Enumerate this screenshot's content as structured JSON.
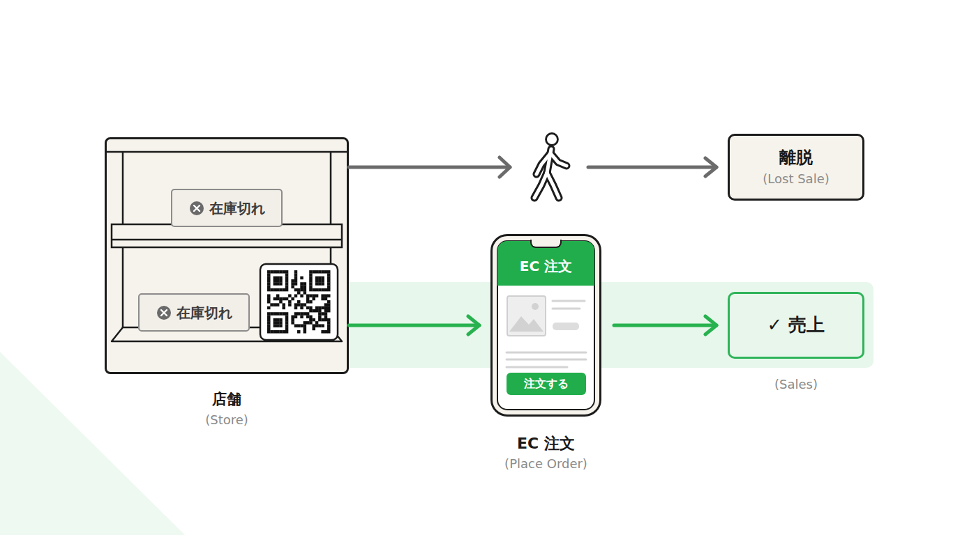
{
  "diagram": {
    "nodes": [
      {
        "text": [
          "店舗",
          "(Store)"
        ]
      },
      {
        "text": [
          "在庫切れ"
        ],
        "in": 0
      },
      {
        "text": [
          "在庫切れ"
        ],
        "in": 0
      },
      {
        "text": [
          "離脱",
          "(Lost Sale)"
        ]
      },
      {
        "text": [
          "EC 注文",
          "(Place Order)"
        ]
      },
      {
        "text": [
          "EC 注文"
        ],
        "in": 4
      },
      {
        "text": [
          "注文する"
        ],
        "in": 4
      },
      {
        "text": [
          "✓ 売上",
          "(Sales)"
        ]
      }
    ],
    "edges": [
      {
        "from": 0,
        "to": 3,
        "arrow": "to"
      },
      {
        "from": 0,
        "to": 4,
        "arrow": "to"
      },
      {
        "from": 4,
        "to": 7,
        "arrow": "to"
      }
    ]
  }
}
